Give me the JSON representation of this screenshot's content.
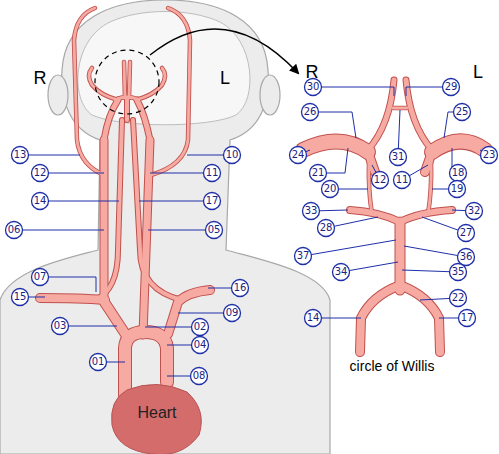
{
  "diagram": {
    "nodes": [
      {
        "text": [
          "Heart"
        ]
      }
    ],
    "labels": [
      "R",
      "L",
      "R",
      "L",
      "circle of Willis",
      "13",
      "10",
      "12",
      "11",
      "14",
      "17",
      "06",
      "05",
      "07",
      "16",
      "15",
      "09",
      "03",
      "02",
      "04",
      "01",
      "08",
      "30",
      "29",
      "26",
      "25",
      "24",
      "23",
      "21",
      "18",
      "12",
      "11",
      "20",
      "19",
      "33",
      "32",
      "28",
      "27",
      "36",
      "37",
      "34",
      "35",
      "22",
      "14",
      "17",
      "31"
    ]
  }
}
